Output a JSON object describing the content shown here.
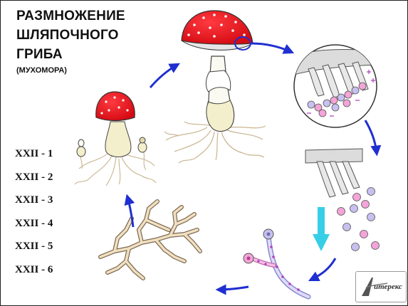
{
  "title": {
    "line1": "РАЗМНОЖЕНИЕ",
    "line2": "ШЛЯПОЧНОГО",
    "line3": "ГРИБА",
    "subtitle": "(МУХОМОРА)"
  },
  "codes": [
    "XXII - 1",
    "XXII - 2",
    "XXII - 3",
    "XXII - 4",
    "XXII - 5",
    "XXII - 6"
  ],
  "logo": {
    "text": "итерекс"
  },
  "colors": {
    "cap_red": "#e8141e",
    "arrow_blue": "#1f2fd0",
    "arrow_cyan": "#36cfe6",
    "spore_lilac": "#c8c0f0",
    "spore_pink": "#f4a4d8",
    "mycelium": "#f0e0c0"
  }
}
